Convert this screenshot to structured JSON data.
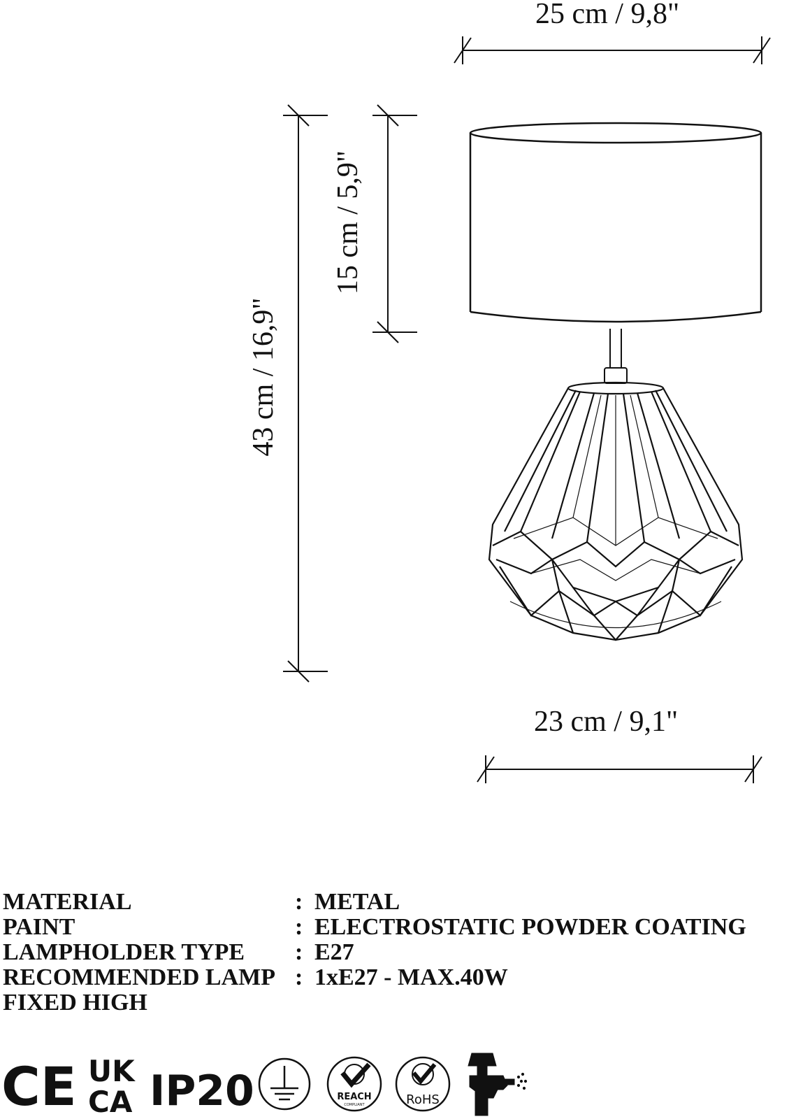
{
  "dimensions": {
    "top_width": "25 cm / 9,8\"",
    "shade_height": "15 cm / 5,9\"",
    "total_height": "43 cm / 16,9\"",
    "base_width": "23 cm / 9,1\""
  },
  "specs": [
    {
      "label": "MATERIAL",
      "colon": ":",
      "value": "METAL"
    },
    {
      "label": "PAINT",
      "colon": ":",
      "value": "ELECTROSTATIC POWDER COATING"
    },
    {
      "label": "LAMPHOLDER TYPE",
      "colon": ":",
      "value": "E27"
    },
    {
      "label": "RECOMMENDED LAMP",
      "colon": ":",
      "value": "1xE27 - MAX.40W"
    },
    {
      "label": "FIXED HIGH",
      "colon": "",
      "value": ""
    }
  ],
  "certifications": {
    "ce": "CE",
    "ukca_top": "UK",
    "ukca_bottom": "CA",
    "ip": "IP20",
    "reach": "REACH",
    "reach_sub": "COMPLIANT",
    "rohs": "RoHS"
  }
}
